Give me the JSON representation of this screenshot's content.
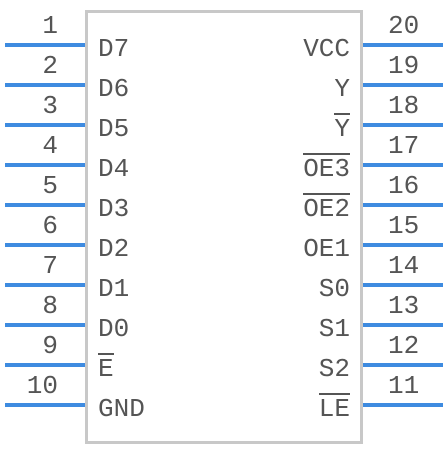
{
  "colors": {
    "pin_line": "#3e8be0",
    "chip_border": "#c8c8c8",
    "text": "#555555"
  },
  "pins": {
    "left": [
      {
        "num": "1",
        "label": "D7",
        "overbar": false
      },
      {
        "num": "2",
        "label": "D6",
        "overbar": false
      },
      {
        "num": "3",
        "label": "D5",
        "overbar": false
      },
      {
        "num": "4",
        "label": "D4",
        "overbar": false
      },
      {
        "num": "5",
        "label": "D3",
        "overbar": false
      },
      {
        "num": "6",
        "label": "D2",
        "overbar": false
      },
      {
        "num": "7",
        "label": "D1",
        "overbar": false
      },
      {
        "num": "8",
        "label": "D0",
        "overbar": false
      },
      {
        "num": "9",
        "label": "E",
        "overbar": true
      },
      {
        "num": "10",
        "label": "GND",
        "overbar": false
      }
    ],
    "right": [
      {
        "num": "20",
        "label": "VCC",
        "overbar": false
      },
      {
        "num": "19",
        "label": "Y",
        "overbar": false
      },
      {
        "num": "18",
        "label": "Y",
        "overbar": true
      },
      {
        "num": "17",
        "label": "OE3",
        "overbar": true
      },
      {
        "num": "16",
        "label": "OE2",
        "overbar": true
      },
      {
        "num": "15",
        "label": "OE1",
        "overbar": false
      },
      {
        "num": "14",
        "label": "S0",
        "overbar": false
      },
      {
        "num": "13",
        "label": "S1",
        "overbar": false
      },
      {
        "num": "12",
        "label": "S2",
        "overbar": false
      },
      {
        "num": "11",
        "label": "LE",
        "overbar": true
      }
    ]
  }
}
